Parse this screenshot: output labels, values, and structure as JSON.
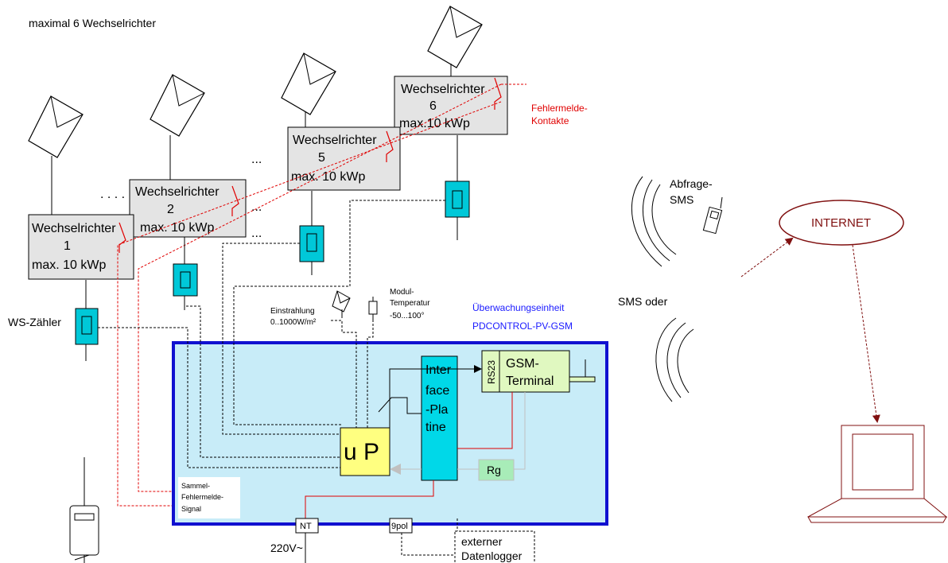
{
  "header": {
    "title": "maximal 6 Wechselrichter"
  },
  "inverters": [
    {
      "name": "Wechselrichter",
      "number": "1",
      "power": "max. 10 kWp"
    },
    {
      "name": "Wechselrichter",
      "number": "2",
      "power": "max. 10 kWp"
    },
    {
      "name": "Wechselrichter",
      "number": "5",
      "power": "max. 10 kWp"
    },
    {
      "name": "Wechselrichter",
      "number": "6",
      "power": "max.10 kWp"
    }
  ],
  "ellipsis": {
    "dots_row": ". . . .",
    "dots_short": "..."
  },
  "fault_contacts": {
    "line1": "Fehlermelde-",
    "line2": "Kontakte"
  },
  "meter_label": "WS-Zähler",
  "irradiance": {
    "line1": "Einstrahlung",
    "line2": "0..1000W/m²"
  },
  "module_temp": {
    "line1": "Modul-",
    "line2": "Temperatur",
    "line3": "-50...100°"
  },
  "monitor": {
    "line1": "Überwachungseinheit",
    "line2": "PDCONTROL-PV-GSM"
  },
  "unit": {
    "cpu": "u P",
    "interface": [
      "Inter",
      "face",
      "-Pla",
      "tine"
    ],
    "rs23": "RS23",
    "gsm": [
      "GSM-",
      "Terminal"
    ],
    "rg": "Rg",
    "collective": [
      "Sammel-",
      "Fehlermelde-",
      "Signal"
    ],
    "nt": "NT",
    "pol": "9pol"
  },
  "power_supply": "220V~",
  "datalogger": [
    "externer",
    "Datenlogger"
  ],
  "sms": {
    "query": [
      "Abfrage-",
      "SMS"
    ],
    "or": "SMS oder"
  },
  "internet": "INTERNET",
  "colors": {
    "frame": "#1010d0",
    "unit_bg": "#c8ecf8",
    "cyan": "#00c8d8",
    "cpu": "#ffff80",
    "gsm": "#e0f8c0",
    "red": "#e00000",
    "maroon": "#801010",
    "blue_text": "#1a1aff"
  }
}
